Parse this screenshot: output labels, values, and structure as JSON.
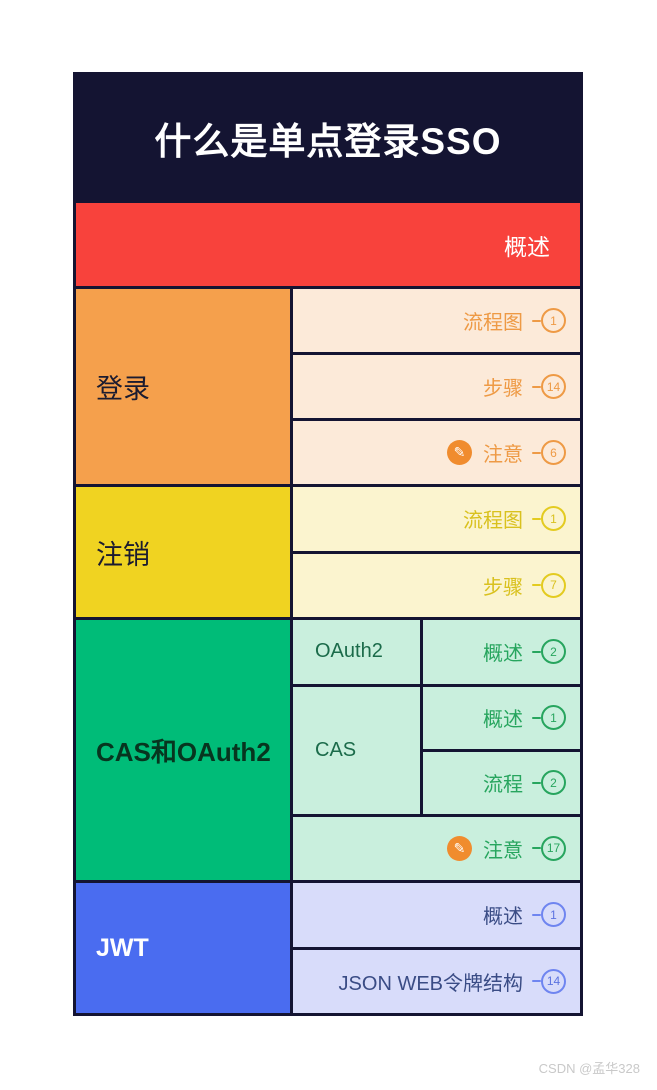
{
  "title": "什么是单点登录SSO",
  "overview": {
    "label": "概述"
  },
  "sections": [
    {
      "label": "登录",
      "leaves": [
        {
          "label": "流程图",
          "count": "1"
        },
        {
          "label": "步骤",
          "count": "14"
        },
        {
          "label": "注意",
          "count": "6",
          "icon": "pencil-note-icon"
        }
      ]
    },
    {
      "label": "注销",
      "leaves": [
        {
          "label": "流程图",
          "count": "1"
        },
        {
          "label": "步骤",
          "count": "7"
        }
      ]
    },
    {
      "label": "CAS和OAuth2",
      "children": [
        {
          "label": "OAuth2",
          "leaves": [
            {
              "label": "概述",
              "count": "2"
            }
          ]
        },
        {
          "label": "CAS",
          "leaves": [
            {
              "label": "概述",
              "count": "1"
            },
            {
              "label": "流程",
              "count": "2"
            }
          ]
        }
      ],
      "extra_leaf": {
        "label": "注意",
        "count": "17",
        "icon": "pencil-note-icon"
      }
    },
    {
      "label": "JWT",
      "leaves": [
        {
          "label": "概述",
          "count": "1"
        },
        {
          "label": "JSON WEB令牌结构",
          "count": "14"
        }
      ]
    }
  ],
  "watermark": "CSDN @孟华328",
  "palette": {
    "border_navy": "#141432",
    "title_bg": "#141432",
    "overview_red": "#f8423c",
    "login_orange": "#f5a04c",
    "login_leaf_bg": "#fcead9",
    "login_accent": "#ee9a45",
    "logout_yellow": "#f0d321",
    "logout_leaf_bg": "#fbf4cf",
    "logout_accent": "#d9c11e",
    "cas_green": "#00bc78",
    "cas_leaf_bg": "#c9efdd",
    "cas_accent": "#27a55e",
    "jwt_blue": "#4a6cf0",
    "jwt_leaf_bg": "#d8dcfa",
    "jwt_accent": "#6f85f0",
    "note_icon_bg": "#f08c2e"
  }
}
